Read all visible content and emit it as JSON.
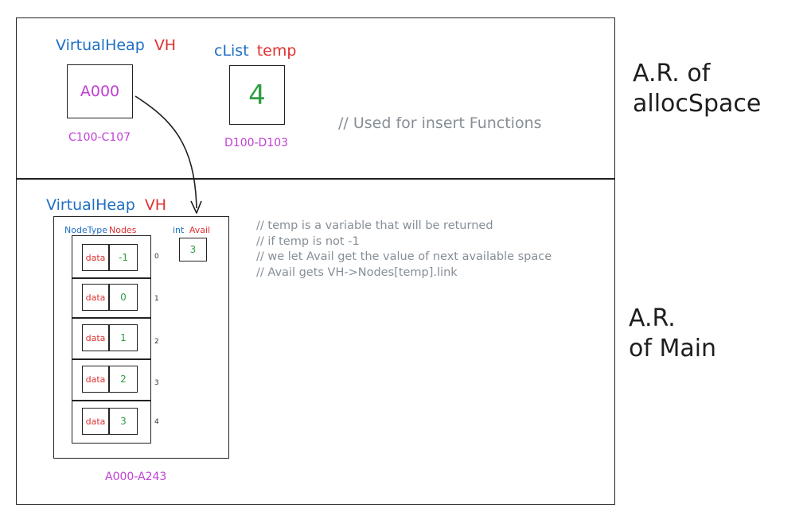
{
  "alloc_space": {
    "label_line1": "A.R. of",
    "label_line2": "allocSpace",
    "vh_type": "VirtualHeap",
    "vh_name": "VH",
    "vh_value": "A000",
    "vh_address": "C100-C107",
    "temp_type": "cList",
    "temp_name": "temp",
    "temp_value": "4",
    "temp_address": "D100-D103",
    "comment": "// Used for insert Functions"
  },
  "main": {
    "label_line1": "A.R.",
    "label_line2": "of Main",
    "vh_type": "VirtualHeap",
    "vh_name": "VH",
    "nodes_type": "NodeType",
    "nodes_name": "Nodes",
    "avail_type": "int",
    "avail_name": "Avail",
    "avail_value": "3",
    "address": "A000-A243",
    "nodes": [
      {
        "data": "data",
        "link": "-1",
        "index": "0"
      },
      {
        "data": "data",
        "link": "0",
        "index": "1"
      },
      {
        "data": "data",
        "link": "1",
        "index": "2"
      },
      {
        "data": "data",
        "link": "2",
        "index": "3"
      },
      {
        "data": "data",
        "link": "3",
        "index": "4"
      }
    ],
    "comments": [
      "// temp is a variable that will be returned",
      "// if temp is not -1",
      "// we let Avail get the value of next available space",
      "// Avail gets VH->Nodes[temp].link"
    ]
  },
  "colors": {
    "type_blue": "#1f6fc4",
    "name_red": "#e03131",
    "address_purple": "#c13fd6",
    "value_green": "#2f9e44",
    "comment_gray": "#868e96"
  }
}
